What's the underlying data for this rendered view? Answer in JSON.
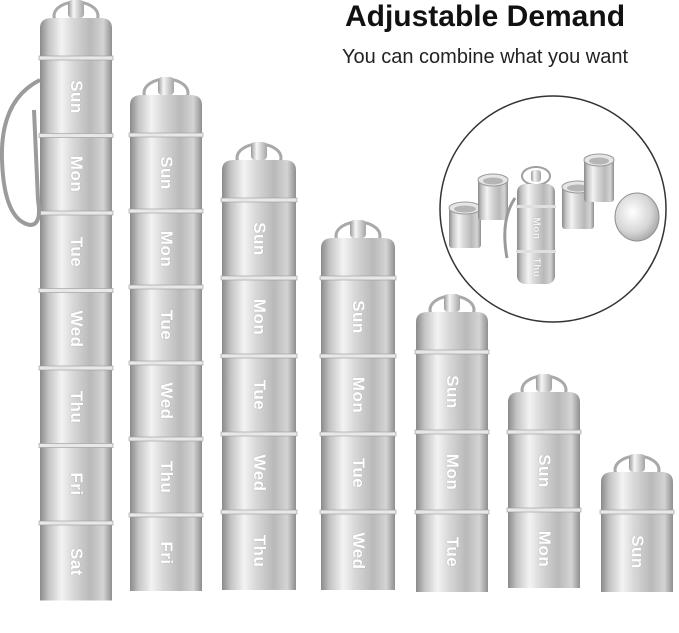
{
  "heading": {
    "title": "Adjustable Demand",
    "subtitle": "You can combine what you want"
  },
  "columns": [
    {
      "labels": [
        "Sun",
        "Mon",
        "Tue",
        "Wed",
        "Thu",
        "Fri",
        "Sat"
      ]
    },
    {
      "labels": [
        "Sun",
        "Mon",
        "Tue",
        "Wed",
        "Thu",
        "Fri"
      ]
    },
    {
      "labels": [
        "Sun",
        "Mon",
        "Tue",
        "Wed",
        "Thu"
      ]
    },
    {
      "labels": [
        "Sun",
        "Mon",
        "Tue",
        "Wed"
      ]
    },
    {
      "labels": [
        "Sun",
        "Mon",
        "Tue"
      ]
    },
    {
      "labels": [
        "Sun",
        "Mon"
      ]
    },
    {
      "labels": [
        "Sun"
      ]
    }
  ],
  "inset": {
    "labels": [
      "Mon",
      "Thu"
    ]
  },
  "colors": {
    "metal_light": "#f2f2f2",
    "metal_mid": "#c9c9c9",
    "metal_dark": "#8e8e8e",
    "text": "#111111"
  }
}
